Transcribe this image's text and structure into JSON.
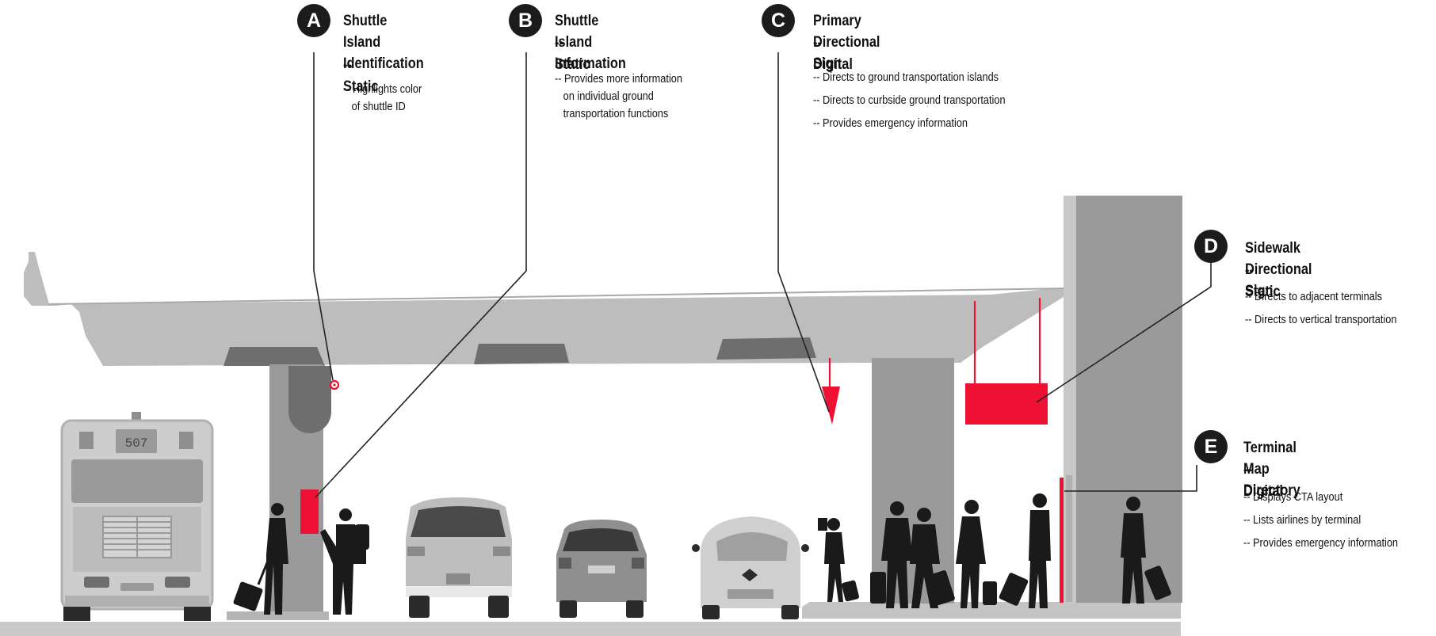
{
  "callouts": [
    {
      "letter": "A",
      "title": "Shuttle Island\nIdentification",
      "kind": "-- Static",
      "lines": [
        "-- Highlights color",
        "   of shuttle ID"
      ]
    },
    {
      "letter": "B",
      "title": "Shuttle Island Information",
      "kind": "-- Static",
      "lines": [
        "-- Provides more information",
        "   on individual ground",
        "   transportation functions"
      ]
    },
    {
      "letter": "C",
      "title": "Primary Directional Sign",
      "kind": "-- Digital",
      "lines": [
        "-- Directs to ground transportation islands",
        "-- Directs to curbside ground transportation",
        "-- Provides emergency information"
      ]
    },
    {
      "letter": "D",
      "title": "Sidewalk Directional Sign",
      "kind": "-- Static",
      "lines": [
        "-- Directs to adjacent terminals",
        "-- Directs to vertical transportation"
      ]
    },
    {
      "letter": "E",
      "title": "Terminal Map Directory",
      "kind": "-- Digital",
      "lines": [
        "-- Displays CTA layout",
        "-- Lists airlines by terminal",
        "-- Provides emergency information"
      ]
    }
  ],
  "bus": {
    "route_number": "507"
  },
  "colors": {
    "sign_red": "#ee1133",
    "structure_light": "#bdbdbd",
    "structure_mid": "#9a9a9a",
    "structure_dark": "#6e6e6e",
    "silhouette": "#1a1a1a",
    "badge": "#1c1c1c"
  }
}
